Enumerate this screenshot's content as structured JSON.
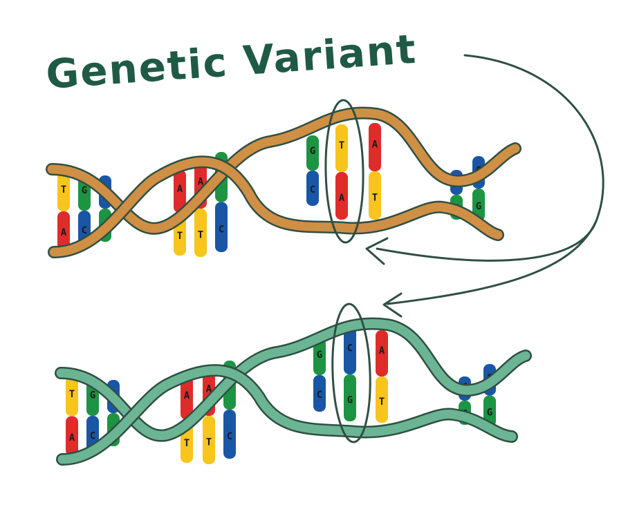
{
  "title": "Genetic Variant",
  "colors": {
    "title": "#1f5a45",
    "outline": "#2f4f43",
    "top_backbone": "#cf8f45",
    "bottom_backbone": "#6bb594",
    "A": "#e02b2b",
    "T": "#f7c51b",
    "G": "#1d9443",
    "C": "#1956a6"
  },
  "strands": [
    {
      "name": "top-strand",
      "pairs": [
        "TA",
        "GC",
        "CG",
        "AT",
        "AT",
        "GC",
        "GC",
        "TA",
        "AT",
        "CG",
        "CG"
      ]
    },
    {
      "name": "bottom-strand",
      "pairs": [
        "TA",
        "GC",
        "CG",
        "AT",
        "AT",
        "GC",
        "GC",
        "CG",
        "AT",
        "CG",
        "CG"
      ]
    }
  ]
}
